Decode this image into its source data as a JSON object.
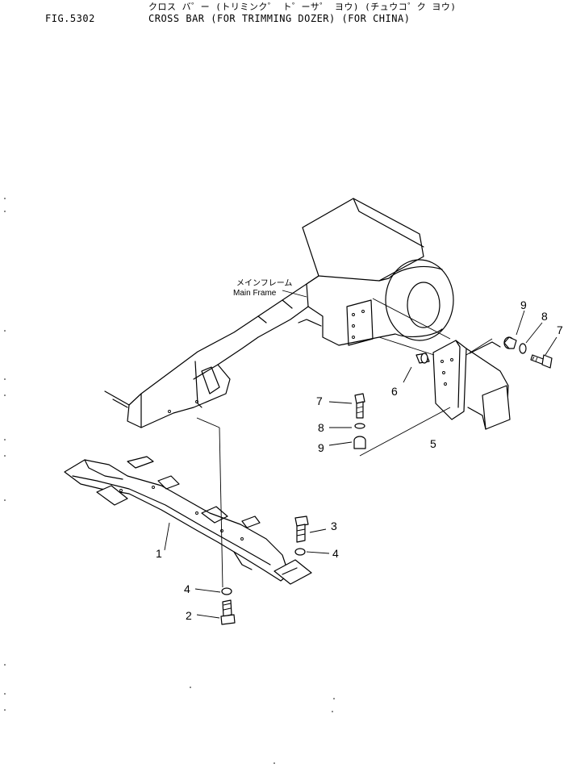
{
  "header": {
    "figure_number": "FIG.5302",
    "title_jp": "クロス バ゜ー (トリミンク゜ ト゜ーサ゜ ヨウ) (チュウコ゜ク ヨウ)",
    "title_en": "CROSS BAR (FOR TRIMMING DOZER) (FOR CHINA)"
  },
  "diagram": {
    "main_frame_label_jp": "メインフレーム",
    "main_frame_label_en": "Main Frame",
    "callouts": [
      {
        "id": "c1",
        "text": "1"
      },
      {
        "id": "c2",
        "text": "2"
      },
      {
        "id": "c3",
        "text": "3"
      },
      {
        "id": "c4a",
        "text": "4"
      },
      {
        "id": "c4b",
        "text": "4"
      },
      {
        "id": "c5",
        "text": "5"
      },
      {
        "id": "c6",
        "text": "6"
      },
      {
        "id": "c7a",
        "text": "7"
      },
      {
        "id": "c7b",
        "text": "7"
      },
      {
        "id": "c8a",
        "text": "8"
      },
      {
        "id": "c8b",
        "text": "8"
      },
      {
        "id": "c9a",
        "text": "9"
      },
      {
        "id": "c9b",
        "text": "9"
      }
    ]
  }
}
